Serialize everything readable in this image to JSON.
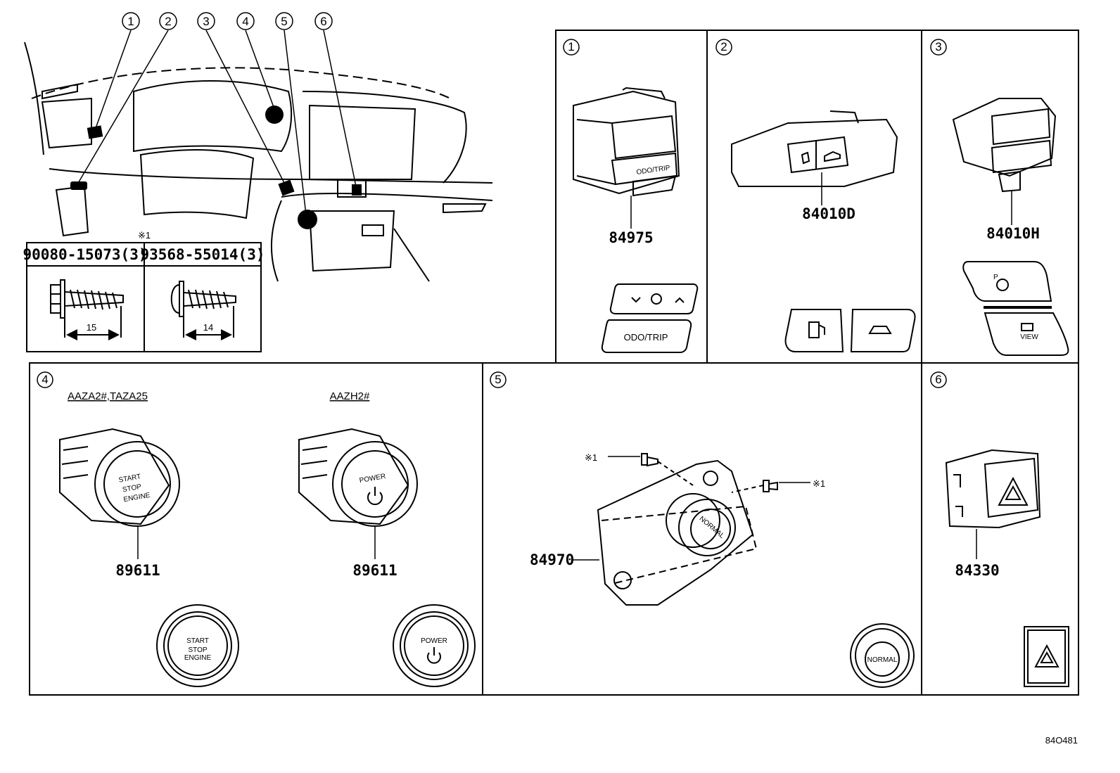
{
  "callouts": [
    "1",
    "2",
    "3",
    "4",
    "5",
    "6"
  ],
  "fasteners": {
    "note_mark": "※1",
    "items": [
      {
        "part": "90080-15073(3)",
        "length": "15"
      },
      {
        "part": "93568-55014(3)",
        "length": "14"
      }
    ]
  },
  "panels": {
    "p1": {
      "num": "1",
      "part": "84975",
      "btn_top": "",
      "btn_bottom": "ODO/TRIP"
    },
    "p2": {
      "num": "2",
      "part": "84010D"
    },
    "p3": {
      "num": "3",
      "part": "84010H",
      "btn_view": "VIEW"
    },
    "p4": {
      "num": "4",
      "left": {
        "model": "AAZA2#,TAZA25",
        "part": "89611",
        "l1": "START",
        "l2": "STOP",
        "l3": "ENGINE"
      },
      "right": {
        "model": "AAZH2#",
        "part": "89611",
        "l1": "POWER"
      }
    },
    "p5": {
      "num": "5",
      "part": "84970",
      "mark": "※1",
      "dial_text": "NORMAL"
    },
    "p6": {
      "num": "6",
      "part": "84330"
    }
  },
  "figure_id": "84O481"
}
